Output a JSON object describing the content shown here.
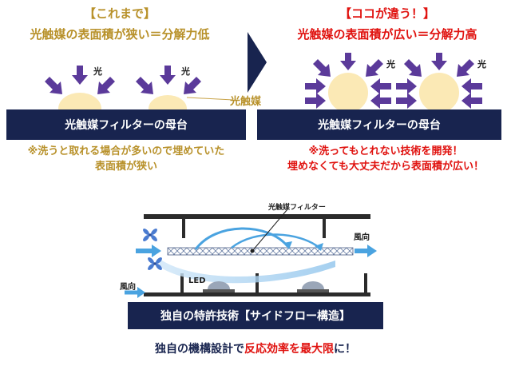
{
  "left": {
    "bracket_title": "【これまで】",
    "subtitle": "光触媒の表面積が狭い＝分解力低",
    "base_label": "光触媒フィルターの母台",
    "note_line1": "※洗うと取れる場合が多いので埋めていた",
    "note_line2": "表面積が狭い"
  },
  "right": {
    "bracket_title": "【ココが違う！】",
    "subtitle": "光触媒の表面積が広い＝分解力高",
    "base_label": "光触媒フィルターの母台",
    "note_line1": "※洗ってもとれない技術を開発！",
    "note_line2": "埋めなくても大丈夫だから表面積が広い！"
  },
  "labels": {
    "light": "光",
    "photocatalyst": "光触媒",
    "filter": "光触媒フィルター",
    "wind": "風向",
    "led": "LED"
  },
  "bottom": {
    "banner": "独自の特許技術【サイドフロー構造】",
    "caption_prefix": "独自の機構設計で",
    "caption_highlight": "反応効率を最大限",
    "caption_suffix": "に！"
  },
  "colors": {
    "navy": "#18244f",
    "gold": "#b8912a",
    "red": "#e0120f",
    "arrow_purple": "#5b3a9a",
    "catalyst_cream": "#fbe9b5",
    "flow_blue": "#4aa3e0"
  }
}
